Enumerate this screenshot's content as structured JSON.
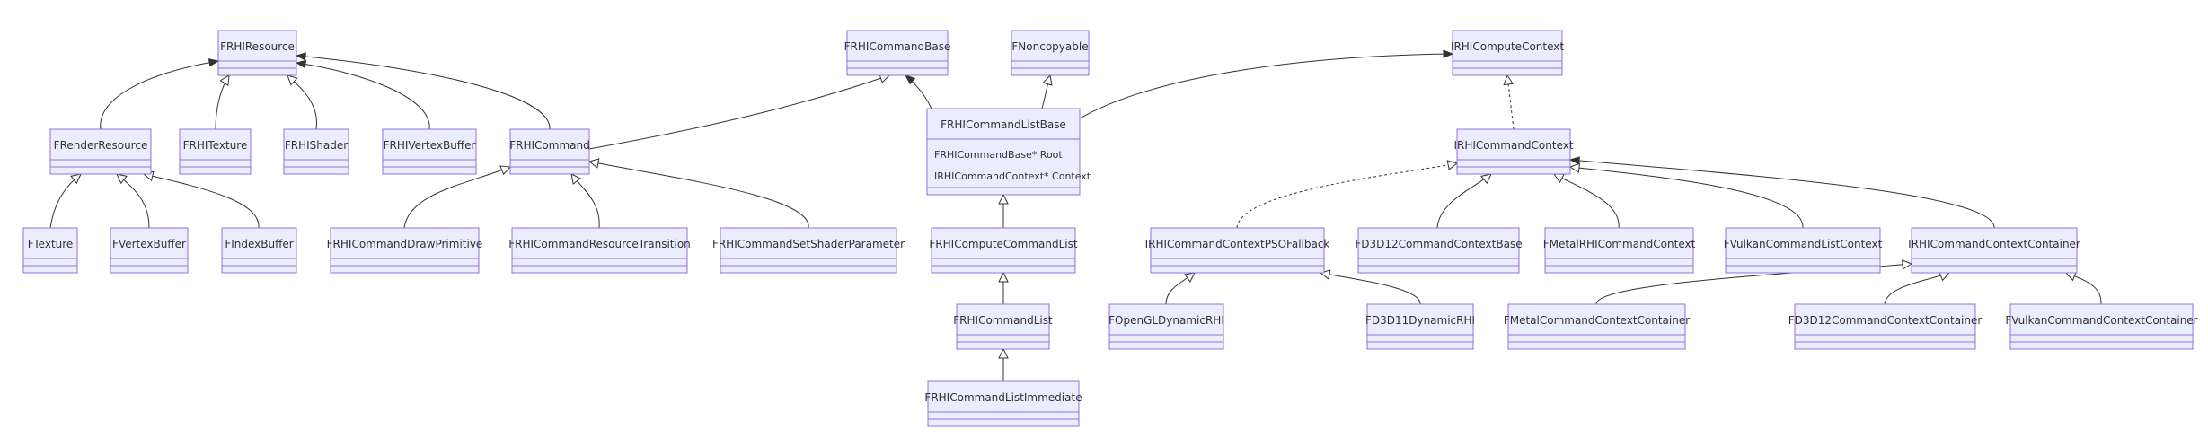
{
  "classes": [
    {
      "id": "FRHIResource",
      "name": "FRHIResource",
      "members": []
    },
    {
      "id": "FRenderResource",
      "name": "FRenderResource",
      "members": []
    },
    {
      "id": "FRHITexture",
      "name": "FRHITexture",
      "members": []
    },
    {
      "id": "FRHIShader",
      "name": "FRHIShader",
      "members": []
    },
    {
      "id": "FRHIVertexBuffer",
      "name": "FRHIVertexBuffer",
      "members": []
    },
    {
      "id": "FRHICommand",
      "name": "FRHICommand",
      "members": []
    },
    {
      "id": "FTexture",
      "name": "FTexture",
      "members": []
    },
    {
      "id": "FVertexBuffer",
      "name": "FVertexBuffer",
      "members": []
    },
    {
      "id": "FIndexBuffer",
      "name": "FIndexBuffer",
      "members": []
    },
    {
      "id": "FRHICommandDrawPrimitive",
      "name": "FRHICommandDrawPrimitive",
      "members": []
    },
    {
      "id": "FRHICommandResourceTransition",
      "name": "FRHICommandResourceTransition",
      "members": []
    },
    {
      "id": "FRHICommandSetShaderParameter",
      "name": "FRHICommandSetShaderParameter",
      "members": []
    },
    {
      "id": "FRHICommandBase",
      "name": "FRHICommandBase",
      "members": []
    },
    {
      "id": "FNoncopyable",
      "name": "FNoncopyable",
      "members": []
    },
    {
      "id": "FRHICommandListBase",
      "name": "FRHICommandListBase",
      "members": [
        "FRHICommandBase* Root",
        "IRHICommandContext* Context"
      ]
    },
    {
      "id": "FRHIComputeCommandList",
      "name": "FRHIComputeCommandList",
      "members": []
    },
    {
      "id": "FRHICommandList",
      "name": "FRHICommandList",
      "members": []
    },
    {
      "id": "FRHICommandListImmediate",
      "name": "FRHICommandListImmediate",
      "members": []
    },
    {
      "id": "IRHIComputeContext",
      "name": "IRHIComputeContext",
      "members": []
    },
    {
      "id": "IRHICommandContext",
      "name": "IRHICommandContext",
      "members": []
    },
    {
      "id": "IRHICommandContextPSOFallback",
      "name": "IRHICommandContextPSOFallback",
      "members": []
    },
    {
      "id": "FD3D12CommandContextBase",
      "name": "FD3D12CommandContextBase",
      "members": []
    },
    {
      "id": "FMetalRHICommandContext",
      "name": "FMetalRHICommandContext",
      "members": []
    },
    {
      "id": "FVulkanCommandListContext",
      "name": "FVulkanCommandListContext",
      "members": []
    },
    {
      "id": "IRHICommandContextContainer",
      "name": "IRHICommandContextContainer",
      "members": []
    },
    {
      "id": "FOpenGLDynamicRHI",
      "name": "FOpenGLDynamicRHI",
      "members": []
    },
    {
      "id": "FD3D11DynamicRHI",
      "name": "FD3D11DynamicRHI",
      "members": []
    },
    {
      "id": "FMetalCommandContextContainer",
      "name": "FMetalCommandContextContainer",
      "members": []
    },
    {
      "id": "FD3D12CommandContextContainer",
      "name": "FD3D12CommandContextContainer",
      "members": []
    },
    {
      "id": "FVulkanCommandContextContainer",
      "name": "FVulkanCommandContextContainer",
      "members": []
    }
  ],
  "relations": [
    {
      "from": "FRenderResource",
      "to": "FRHIResource",
      "type": "association"
    },
    {
      "from": "FRHITexture",
      "to": "FRHIResource",
      "type": "inheritance"
    },
    {
      "from": "FRHIShader",
      "to": "FRHIResource",
      "type": "inheritance"
    },
    {
      "from": "FRHIVertexBuffer",
      "to": "FRHIResource",
      "type": "association"
    },
    {
      "from": "FRHICommand",
      "to": "FRHIResource",
      "type": "association"
    },
    {
      "from": "FTexture",
      "to": "FRenderResource",
      "type": "inheritance"
    },
    {
      "from": "FVertexBuffer",
      "to": "FRenderResource",
      "type": "inheritance"
    },
    {
      "from": "FIndexBuffer",
      "to": "FRenderResource",
      "type": "inheritance"
    },
    {
      "from": "FRHICommandDrawPrimitive",
      "to": "FRHICommand",
      "type": "inheritance"
    },
    {
      "from": "FRHICommandResourceTransition",
      "to": "FRHICommand",
      "type": "inheritance"
    },
    {
      "from": "FRHICommandSetShaderParameter",
      "to": "FRHICommand",
      "type": "inheritance"
    },
    {
      "from": "FRHICommand",
      "to": "FRHICommandBase",
      "type": "inheritance"
    },
    {
      "from": "FRHICommandListBase",
      "to": "FRHICommandBase",
      "type": "association"
    },
    {
      "from": "FRHICommandListBase",
      "to": "FNoncopyable",
      "type": "inheritance"
    },
    {
      "from": "FRHIComputeCommandList",
      "to": "FRHICommandListBase",
      "type": "inheritance"
    },
    {
      "from": "FRHICommandList",
      "to": "FRHIComputeCommandList",
      "type": "inheritance"
    },
    {
      "from": "FRHICommandListImmediate",
      "to": "FRHICommandList",
      "type": "inheritance"
    },
    {
      "from": "FRHICommandListBase",
      "to": "IRHIComputeContext",
      "type": "association"
    },
    {
      "from": "IRHICommandContext",
      "to": "IRHIComputeContext",
      "type": "realization"
    },
    {
      "from": "IRHICommandContextPSOFallback",
      "to": "IRHICommandContext",
      "type": "realization"
    },
    {
      "from": "FD3D12CommandContextBase",
      "to": "IRHICommandContext",
      "type": "inheritance"
    },
    {
      "from": "FMetalRHICommandContext",
      "to": "IRHICommandContext",
      "type": "inheritance"
    },
    {
      "from": "FVulkanCommandListContext",
      "to": "IRHICommandContext",
      "type": "inheritance"
    },
    {
      "from": "IRHICommandContextContainer",
      "to": "IRHICommandContext",
      "type": "association"
    },
    {
      "from": "FOpenGLDynamicRHI",
      "to": "IRHICommandContextPSOFallback",
      "type": "inheritance"
    },
    {
      "from": "FD3D11DynamicRHI",
      "to": "IRHICommandContextPSOFallback",
      "type": "inheritance"
    },
    {
      "from": "FMetalCommandContextContainer",
      "to": "IRHICommandContextContainer",
      "type": "inheritance"
    },
    {
      "from": "FD3D12CommandContextContainer",
      "to": "IRHICommandContextContainer",
      "type": "inheritance"
    },
    {
      "from": "FVulkanCommandContextContainer",
      "to": "IRHICommandContextContainer",
      "type": "inheritance"
    }
  ]
}
